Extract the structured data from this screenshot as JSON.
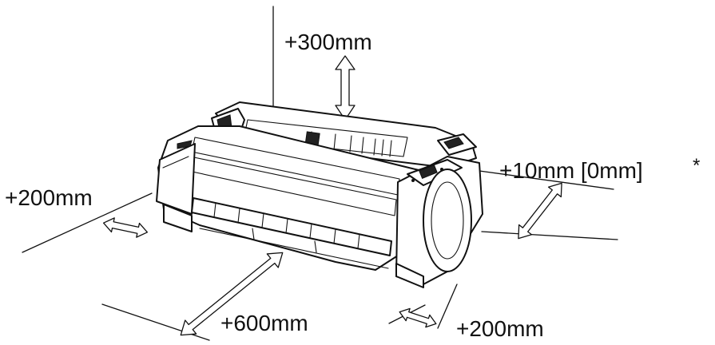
{
  "labels": {
    "top": "+300mm",
    "right_side": "+10mm [0mm]",
    "note_mark": "*",
    "left_side": "+200mm",
    "front": "+600mm",
    "back": "+200mm"
  },
  "icons": {
    "printer": "large-format-printer-illustration",
    "arrows": "double-headed-arrow"
  }
}
